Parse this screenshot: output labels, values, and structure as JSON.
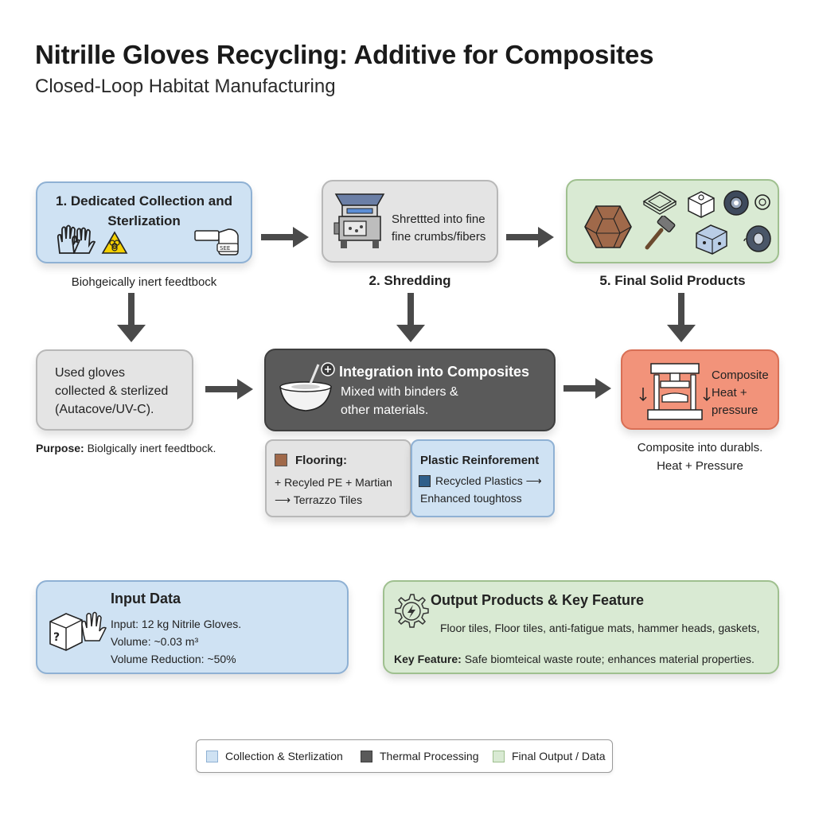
{
  "header": {
    "title": "Nitrille Gloves Recycling: Additive for Composites",
    "subtitle": "Closed-Loop Habitat Manufacturing"
  },
  "step1": {
    "title_line1": "1. Dedicated Collection and",
    "title_line2": "Sterlization",
    "caption": "Biohgeically inert feedtbock"
  },
  "step2": {
    "line1": "Shrettted into fine",
    "line2": "fine crumbs/fibers",
    "caption": "2. Shredding"
  },
  "step5": {
    "caption": "5. Final Solid Products"
  },
  "used": {
    "line1": "Used gloves",
    "line2": "collected & sterlized",
    "line3": "(Autacove/UV-C).",
    "purpose_label": "Purpose:",
    "purpose_text": "Biolgically inert feedtbock."
  },
  "integration": {
    "title": "Integration into Composites",
    "line1": "Mixed with binders &",
    "line2": "other materials."
  },
  "composite": {
    "line1": "Composite",
    "line2": "Heat +",
    "line3": "pressure",
    "caption1": "Composite into durabls.",
    "caption2": "Heat + Pressure"
  },
  "flooring": {
    "title": "Flooring:",
    "line1": "+ Recyled PE + Martian",
    "line2": "⟶ Terrazzo Tiles"
  },
  "plastic": {
    "title": "Plastic Reinforement",
    "line1": "Recycled Plastics ⟶",
    "line2": "Enhanced toughtoss"
  },
  "input_data": {
    "title": "Input Data",
    "line1": "Input: 12 kg Nitrile Gloves.",
    "line2": "Volume: ~0.03 m³",
    "line3": "Volume Reduction: ~50%"
  },
  "output": {
    "title": "Output Products & Key Feature",
    "line1": "Floor tiles, Floor tiles, anti-fatigue mats, hammer heads, gaskets,",
    "key_label": "Key Feature:",
    "key_text": "Safe biomteical waste route; enhances material properties."
  },
  "legend": {
    "item1": "Collection & Sterlization",
    "item2": "Thermal Processing",
    "item3": "Final Output / Data"
  },
  "colors": {
    "collection": "#cfe2f3",
    "thermal": "#5a5a5a",
    "output": "#d9ead3",
    "composite": "#f2937a",
    "flooring_swatch": "#a0694a",
    "plastic_swatch": "#2f5f8a"
  },
  "icons": [
    "glove-icon",
    "biohazard-icon",
    "spray-bottle-icon",
    "shredder-icon",
    "hexagon-tile-icon",
    "hammer-icon",
    "gasket-icon",
    "mixing-bowl-icon",
    "hydraulic-press-icon",
    "box-icon",
    "gear-lightning-icon"
  ]
}
